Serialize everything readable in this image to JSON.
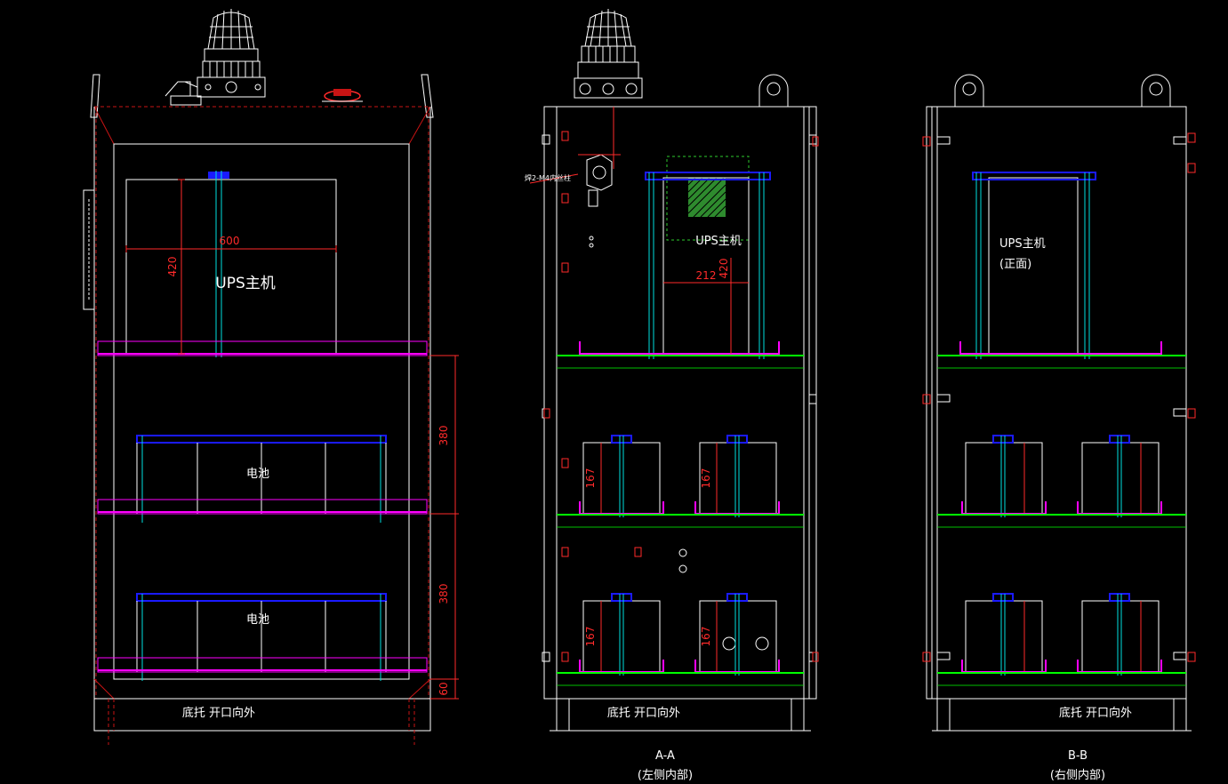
{
  "colors": {
    "background": "#000000",
    "outline": "#ffffff",
    "dimension": "#ff2a2a",
    "frame_red": "#c81414",
    "bracket": "#ff00ff",
    "bar": "#1a1aff",
    "post": "#00e0e0",
    "shelf": "#00ff00",
    "hatch": "#2e8b2e",
    "note": "#ffff66"
  },
  "views": {
    "front": {
      "ups_label": "UPS主机",
      "battery_label_1": "电池",
      "battery_label_2": "电池",
      "dim_width": "600",
      "dim_height": "420",
      "dim_shelf_1": "380",
      "dim_shelf_2": "380",
      "dim_base": "60",
      "base_label": "底托  开口向外"
    },
    "section_a": {
      "ups_label": "UPS主机",
      "dim_width": "212",
      "dim_height": "420",
      "battery_dims": [
        "167",
        "167",
        "167",
        "167"
      ],
      "note": "焊2-M4内丝柱",
      "base_label": "底托  开口向外",
      "title": "A-A",
      "subtitle": "(左侧内部)"
    },
    "section_b": {
      "ups_label": "UPS主机",
      "ups_sublabel": "(正面)",
      "base_label": "底托  开口向外",
      "title": "B-B",
      "subtitle": "(右侧内部)"
    }
  }
}
